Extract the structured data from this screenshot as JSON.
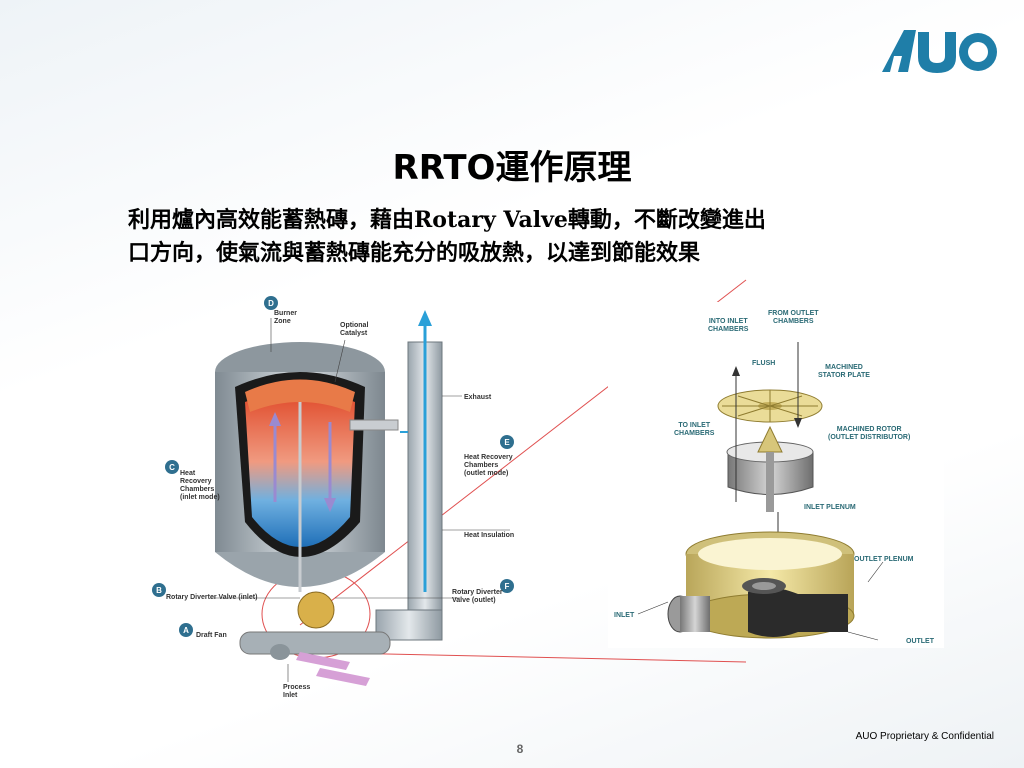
{
  "header": {
    "logo_text": "AUO",
    "title": "RRTO運作原理",
    "subtitle_line1": "利用爐內高效能蓄熱磚，藉由Rotary Valve轉動，不斷改變進出",
    "subtitle_line2": "口方向，使氣流與蓄熱磚能充分的吸放熱，以達到節能效果"
  },
  "left_diagram": {
    "labels": {
      "burner_zone": "Burner\nZone",
      "optional_catalyst": "Optional\nCatalyst",
      "exhaust": "Exhaust",
      "heat_recovery_outlet": "Heat Recovery\nChambers\n(outlet mode)",
      "heat_recovery_inlet": "Heat\nRecovery\nChambers\n(inlet mode)",
      "heat_insulation": "Heat Insulation",
      "rotary_inlet": "Rotary Diverter Valve (inlet)",
      "rotary_outlet": "Rotary Diverter\nValve (outlet)",
      "draft_fan": "Draft Fan",
      "process_inlet": "Process\nInlet"
    },
    "markers": [
      "D",
      "C",
      "E",
      "B",
      "F",
      "A"
    ],
    "marker_color": "#2f6f8f"
  },
  "right_diagram": {
    "labels": {
      "into_inlet": "INTO INLET\nCHAMBERS",
      "from_outlet": "FROM OUTLET\nCHAMBERS",
      "flush": "FLUSH",
      "stator": "MACHINED\nSTATOR PLATE",
      "to_inlet": "TO INLET\nCHAMBERS",
      "rotor": "MACHINED ROTOR\n(OUTLET DISTRIBUTOR)",
      "inlet_plenum": "INLET PLENUM",
      "outlet_plenum": "OUTLET PLENUM",
      "inlet": "INLET",
      "outlet": "OUTLET"
    }
  },
  "footer": {
    "confidential": "AUO Proprietary & Confidential",
    "page_number": "8"
  },
  "colors": {
    "logo_blue": "#1f7ea8",
    "label_teal": "#2a6a75",
    "connector_red": "#e05050"
  }
}
